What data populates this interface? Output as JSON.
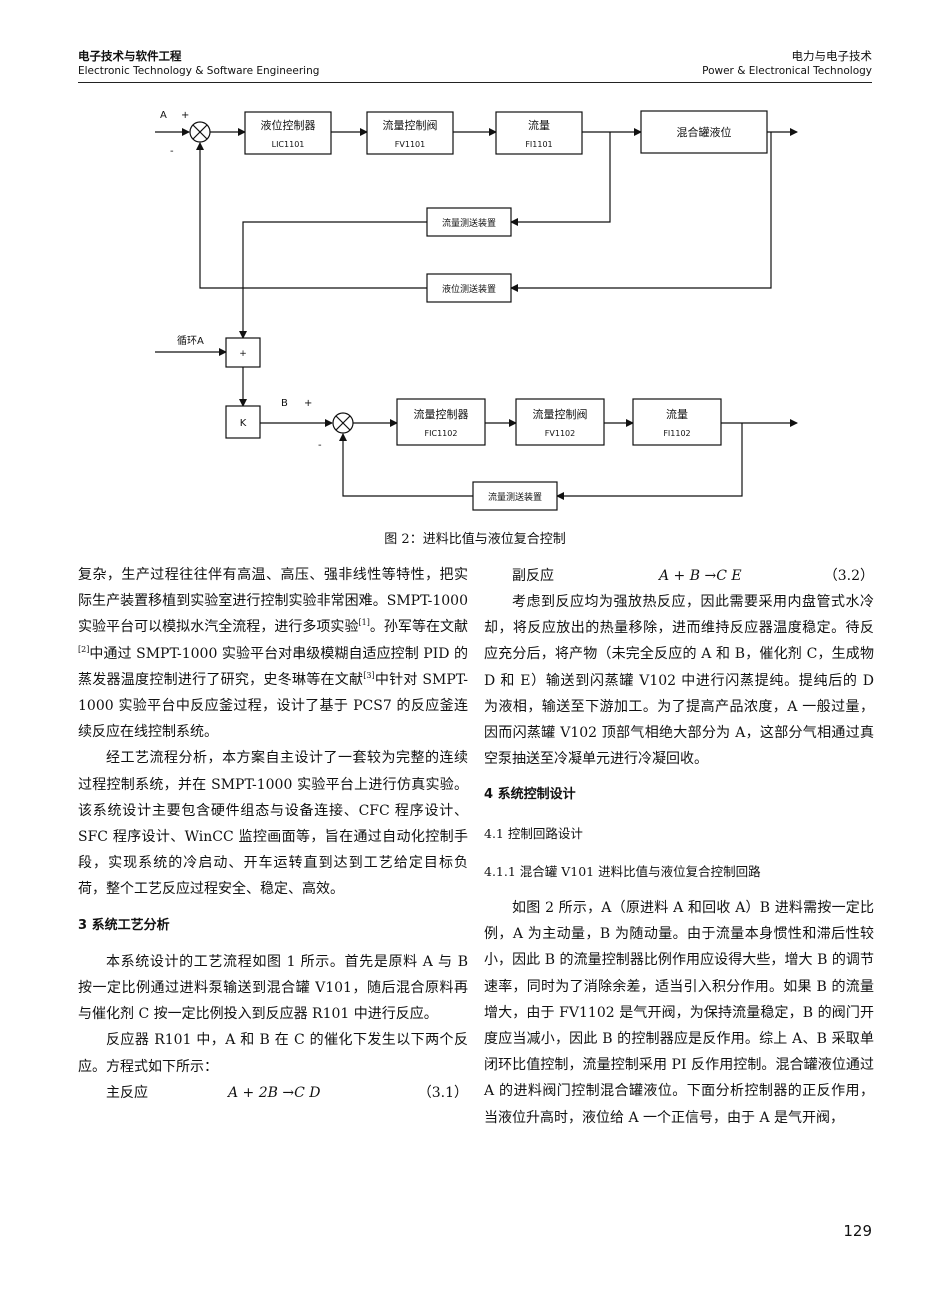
{
  "header": {
    "journal_cn": "电子技术与软件工程",
    "journal_en": "Electronic Technology & Software Engineering",
    "section_cn": "电力与电子技术",
    "section_en": "Power & Electronical Technology"
  },
  "diagram": {
    "labels": {
      "A": "A",
      "plus": "+",
      "minus": "-",
      "B": "B",
      "recycle_A": "循环A",
      "adder": "+",
      "K": "K"
    },
    "boxes": {
      "lc": {
        "title": "液位控制器",
        "tag": "LIC1101"
      },
      "fv1101": {
        "title": "流量控制阀",
        "tag": "FV1101"
      },
      "fi1101": {
        "title": "流量",
        "tag": "FI1101"
      },
      "tank": {
        "title": "混合罐液位"
      },
      "ft_upper": {
        "title": "流量测送装置"
      },
      "lt": {
        "title": "液位测送装置"
      },
      "fic1102": {
        "title": "流量控制器",
        "tag": "FIC1102"
      },
      "fv1102": {
        "title": "流量控制阀",
        "tag": "FV1102"
      },
      "fi1102": {
        "title": "流量",
        "tag": "FI1102"
      },
      "ft_lower": {
        "title": "流量测送装置"
      }
    }
  },
  "caption": "图 2：进料比值与液位复合控制",
  "left_col": {
    "p1": "复杂，生产过程往往伴有高温、高压、强非线性等特性，把实际生产装置移植到实验室进行控制实验非常困难。SMPT-1000 实验平台可以模拟水汽全流程，进行多项实验",
    "p1_ref1": "[1]",
    "p1_b": "。孙军等在文献",
    "p1_ref2": "[2]",
    "p1_c": "中通过 SMPT-1000 实验平台对串级模糊自适应控制 PID 的蒸发器温度控制进行了研究，史冬琳等在文献",
    "p1_ref3": "[3]",
    "p1_d": "中针对 SMPT-1000 实验平台中反应釜过程，设计了基于 PCS7 的反应釜连续反应在线控制系统。",
    "p2": "经工艺流程分析，本方案自主设计了一套较为完整的连续过程控制系统，并在 SMPT-1000 实验平台上进行仿真实验。该系统设计主要包含硬件组态与设备连接、CFC 程序设计、SFC 程序设计、WinCC 监控画面等，旨在通过自动化控制手段，实现系统的冷启动、开车运转直到达到工艺给定目标负荷，整个工艺反应过程安全、稳定、高效。",
    "sec3": "3  系统工艺分析",
    "p3": "本系统设计的工艺流程如图 1 所示。首先是原料 A 与 B 按一定比例通过进料泵输送到混合罐 V101，随后混合原料再与催化剂 C 按一定比例投入到反应器 R101 中进行反应。",
    "p4": "反应器 R101 中，A 和 B 在 C 的催化下发生以下两个反应。方程式如下所示：",
    "eq1_label": "主反应",
    "eq1_formula": "A + 2B →C D",
    "eq1_num": "（3.1）"
  },
  "right_col": {
    "eq2_label": "副反应",
    "eq2_formula": "A + B →C E",
    "eq2_num": "（3.2）",
    "p1": "考虑到反应均为强放热反应，因此需要采用内盘管式水冷却，将反应放出的热量移除，进而维持反应器温度稳定。待反应充分后，将产物（未完全反应的 A 和 B，催化剂 C，生成物 D 和 E）输送到闪蒸罐 V102 中进行闪蒸提纯。提纯后的 D 为液相，输送至下游加工。为了提高产品浓度，A 一般过量，因而闪蒸罐 V102 顶部气相绝大部分为 A，这部分气相通过真空泵抽送至冷凝单元进行冷凝回收。",
    "sec4": "4  系统控制设计",
    "sub41": "4.1  控制回路设计",
    "sub411": "4.1.1 混合罐 V101 进料比值与液位复合控制回路",
    "p2": "如图 2 所示，A（原进料 A 和回收 A）B 进料需按一定比例，A 为主动量，B 为随动量。由于流量本身惯性和滞后性较小，因此 B 的流量控制器比例作用应设得大些，增大 B 的调节速率，同时为了消除余差，适当引入积分作用。如果 B 的流量增大，由于 FV1102 是气开阀，为保持流量稳定，B 的阀门开度应当减小，因此 B 的控制器应是反作用。综上 A、B 采取单闭环比值控制，流量控制采用 PI 反作用控制。混合罐液位通过 A 的进料阀门控制混合罐液位。下面分析控制器的正反作用，当液位升高时，液位给 A 一个正信号，由于 A 是气开阀，"
  },
  "page_number": "129"
}
